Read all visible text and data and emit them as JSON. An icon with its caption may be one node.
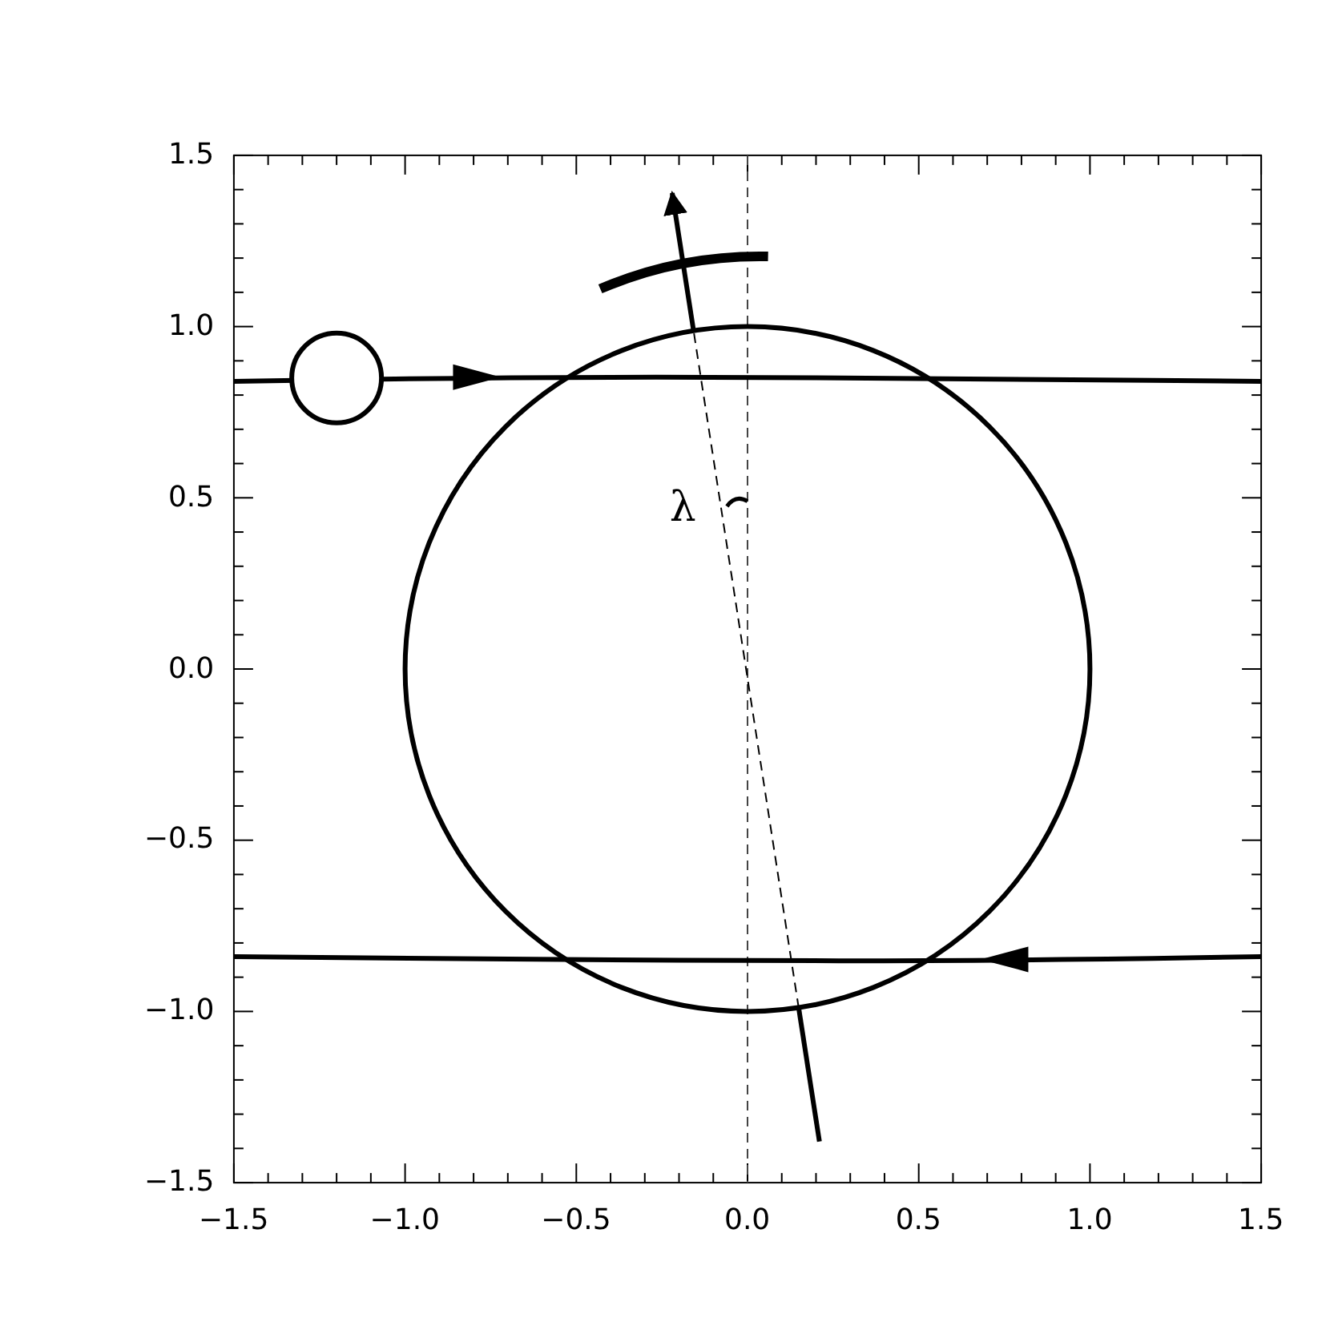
{
  "diagram": {
    "labels": [
      "1.5",
      "1.0",
      "0.5",
      "0.0",
      "−0.5",
      "−1.0",
      "−1.5",
      "−1.5",
      "−1.0",
      "−0.5",
      "0.0",
      "0.5",
      "1.0",
      "1.5",
      "λ"
    ]
  }
}
